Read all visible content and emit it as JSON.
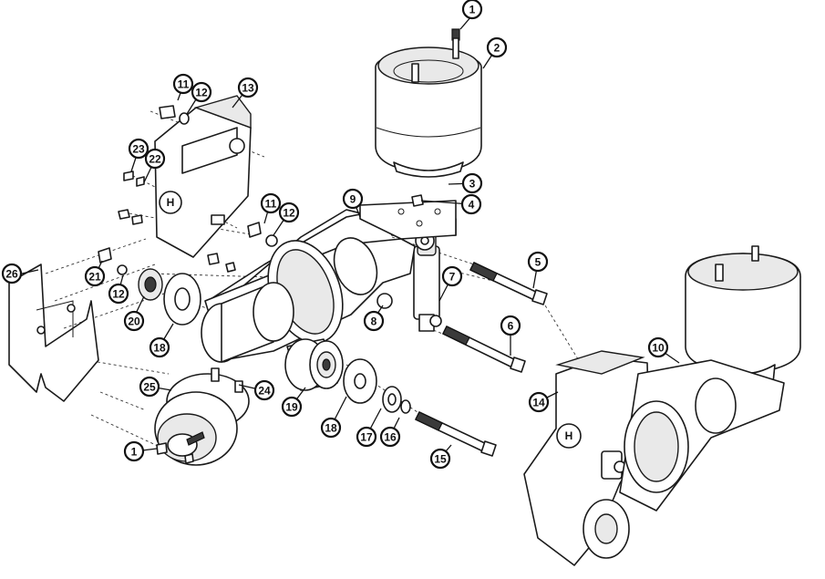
{
  "callouts": [
    {
      "id": "c1a",
      "label": "1"
    },
    {
      "id": "c2",
      "label": "2"
    },
    {
      "id": "c3",
      "label": "3"
    },
    {
      "id": "c4",
      "label": "4"
    },
    {
      "id": "c5",
      "label": "5"
    },
    {
      "id": "c6",
      "label": "6"
    },
    {
      "id": "c7",
      "label": "7"
    },
    {
      "id": "c8",
      "label": "8"
    },
    {
      "id": "c9",
      "label": "9"
    },
    {
      "id": "c10",
      "label": "10"
    },
    {
      "id": "c11a",
      "label": "11"
    },
    {
      "id": "c11b",
      "label": "11"
    },
    {
      "id": "c12a",
      "label": "12"
    },
    {
      "id": "c12b",
      "label": "12"
    },
    {
      "id": "c12c",
      "label": "12"
    },
    {
      "id": "c13",
      "label": "13"
    },
    {
      "id": "c14",
      "label": "14"
    },
    {
      "id": "c15",
      "label": "15"
    },
    {
      "id": "c16",
      "label": "16"
    },
    {
      "id": "c17",
      "label": "17"
    },
    {
      "id": "c18a",
      "label": "18"
    },
    {
      "id": "c18b",
      "label": "18"
    },
    {
      "id": "c19",
      "label": "19"
    },
    {
      "id": "c20",
      "label": "20"
    },
    {
      "id": "c21",
      "label": "21"
    },
    {
      "id": "c22",
      "label": "22"
    },
    {
      "id": "c23",
      "label": "23"
    },
    {
      "id": "c24",
      "label": "24"
    },
    {
      "id": "c25",
      "label": "25"
    },
    {
      "id": "c26",
      "label": "26"
    },
    {
      "id": "c1b",
      "label": "1"
    }
  ],
  "logo_letter": "H"
}
